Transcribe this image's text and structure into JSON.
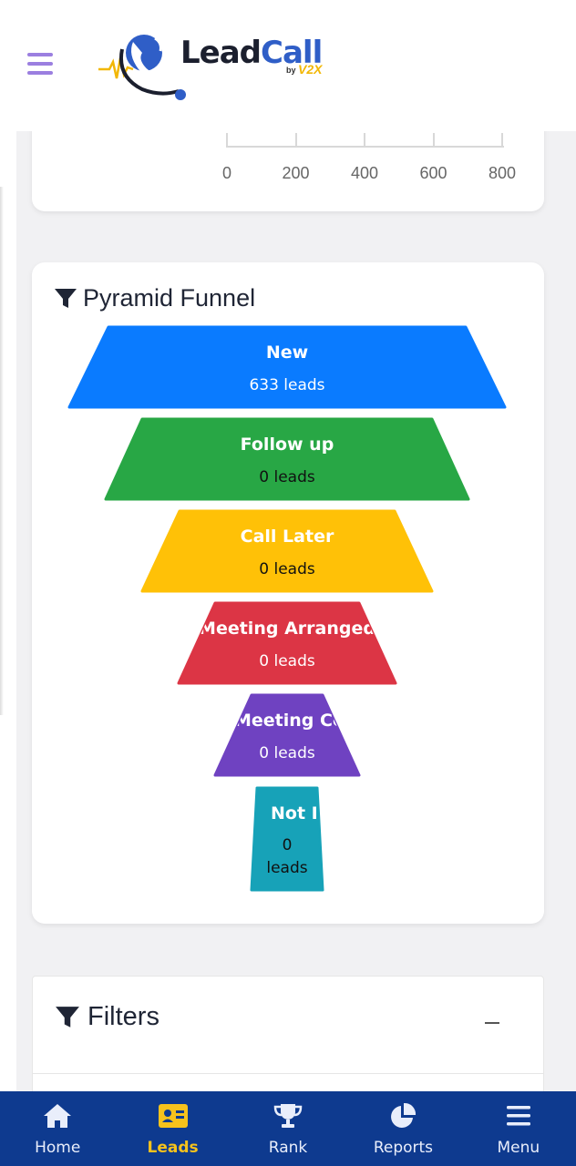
{
  "header": {
    "logo": {
      "lead": "Lead",
      "call": "Call",
      "by": "by",
      "brand": "V2X"
    }
  },
  "top_chart": {
    "tick_labels": [
      "0",
      "200",
      "400",
      "600",
      "800"
    ]
  },
  "funnel": {
    "title": "Pyramid Funnel",
    "stages": [
      {
        "name": "New",
        "count": "633 leads",
        "color": "#0a7bff",
        "text_color": "#ffffff"
      },
      {
        "name": "Follow up",
        "count": "0 leads",
        "color": "#28a745",
        "text_color": "#ffffff"
      },
      {
        "name": "Call Later",
        "count": "0 leads",
        "color": "#ffc107",
        "text_color": "#ffffff"
      },
      {
        "name": "Meeting Arranged",
        "count": "0 leads",
        "color": "#dc3545",
        "text_color": "#ffffff"
      },
      {
        "name": "Meeting Cor",
        "count": "0 leads",
        "color": "#6f42c1",
        "text_color": "#ffffff"
      },
      {
        "name": "Not I",
        "count": "0 leads",
        "color": "#17a2b8",
        "text_color": "#ffffff"
      }
    ]
  },
  "filters": {
    "title": "Filters",
    "collapse_label": "–"
  },
  "bottom_nav": {
    "items": [
      {
        "label": "Home",
        "icon": "home-icon",
        "active": false
      },
      {
        "label": "Leads",
        "icon": "id-card-icon",
        "active": true
      },
      {
        "label": "Rank",
        "icon": "trophy-icon",
        "active": false
      },
      {
        "label": "Reports",
        "icon": "pie-chart-icon",
        "active": false
      },
      {
        "label": "Menu",
        "icon": "menu-icon",
        "active": false
      }
    ]
  }
}
